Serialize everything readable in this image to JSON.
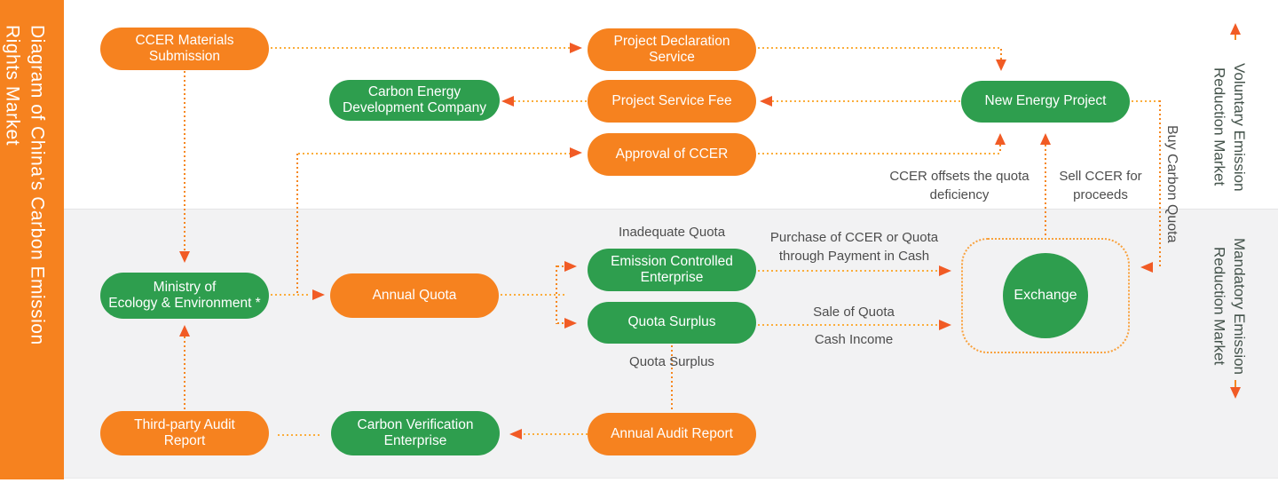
{
  "sidebar": {
    "title": "Diagram of China's Carbon Emission\nRights Market"
  },
  "markets": {
    "voluntary": "Voluntary Emission\nReduction Market",
    "mandatory": "Mandatory Emission\nReduction Market"
  },
  "nodes": {
    "cms": {
      "label": "CCER Materials\nSubmission",
      "color": "orange"
    },
    "cedc": {
      "label": "Carbon Energy\nDevelopment Company",
      "color": "green"
    },
    "pds": {
      "label": "Project Declaration\nService",
      "color": "orange"
    },
    "psf": {
      "label": "Project Service Fee",
      "color": "orange"
    },
    "aoc": {
      "label": "Approval of CCER",
      "color": "orange"
    },
    "nep": {
      "label": "New Energy Project",
      "color": "green"
    },
    "moe": {
      "label": "Ministry of\nEcology & Environment *",
      "color": "green"
    },
    "aq": {
      "label": "Annual Quota",
      "color": "orange"
    },
    "ece": {
      "label": "Emission Controlled\nEnterprise",
      "color": "green"
    },
    "qs": {
      "label": "Quota Surplus",
      "color": "green"
    },
    "tpar": {
      "label": "Third-party Audit\nReport",
      "color": "orange"
    },
    "cve": {
      "label": "Carbon Verification\nEnterprise",
      "color": "green"
    },
    "aar": {
      "label": "Annual Audit Report",
      "color": "orange"
    },
    "exchange": {
      "label": "Exchange",
      "color": "green"
    }
  },
  "labels": {
    "inadequate_quota": "Inadequate Quota",
    "quota_surplus": "Quota Surplus",
    "purchase": "Purchase of CCER or Quota\nthrough Payment in Cash",
    "sale_of_quota": "Sale of Quota",
    "cash_income": "Cash Income",
    "ccer_offsets": "CCER offsets the quota\ndeficiency",
    "sell_ccer": "Sell CCER for\nproceeds",
    "buy_carbon_quota": "Buy Carbon Quota"
  },
  "colors": {
    "pill_orange": "#F6821F",
    "pill_green": "#2E9E4E",
    "arrowhead": "#F15B25",
    "dots_yellow": "#FBAE3C",
    "dots_orange": "#F6871F",
    "band_gray": "#F2F2F3",
    "label_text": "#4D4D4D",
    "market_label_text": "#43524A",
    "sidebar_text": "#FFFFFF"
  }
}
